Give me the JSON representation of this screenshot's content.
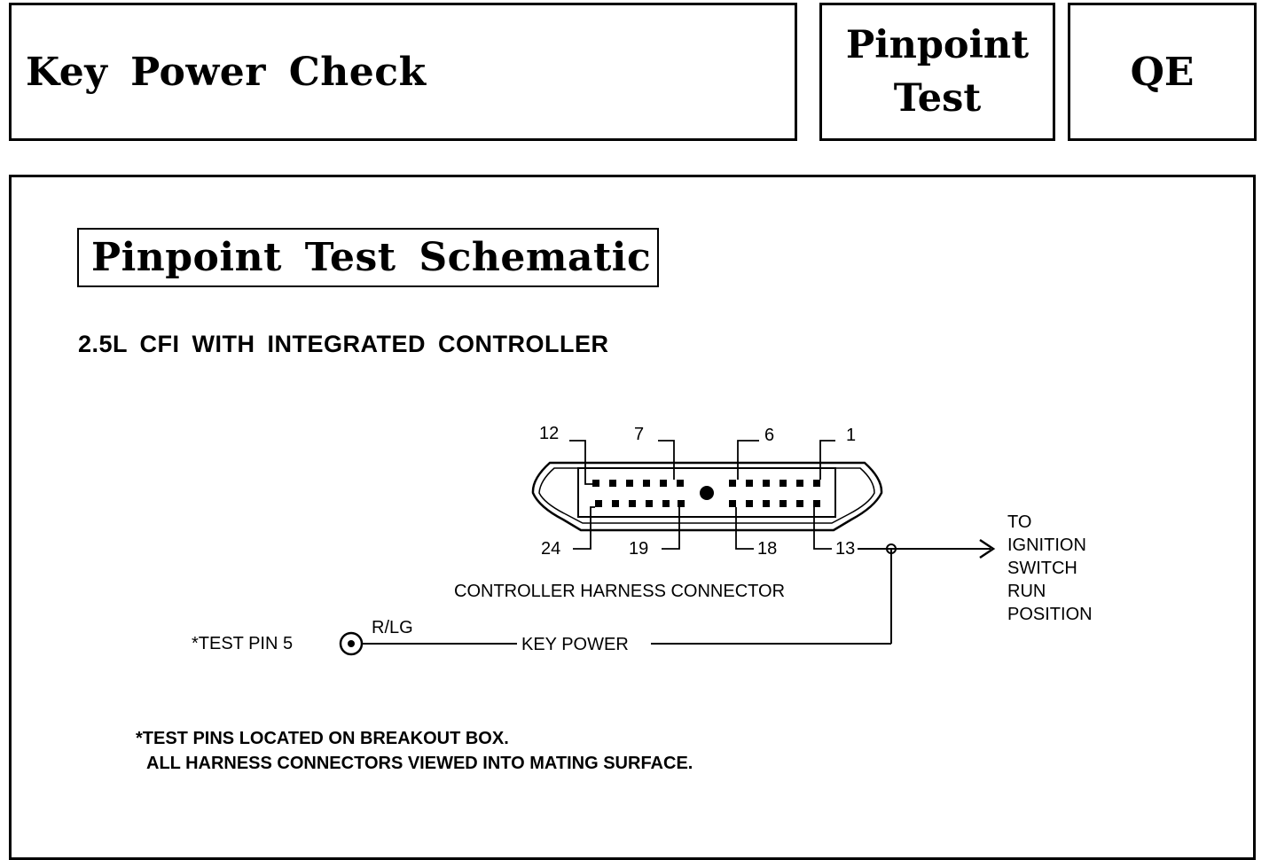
{
  "header": {
    "title": "Key Power Check",
    "test_line1": "Pinpoint",
    "test_line2": "Test",
    "code": "QE"
  },
  "schematic": {
    "title": "Pinpoint Test Schematic",
    "subtitle": "2.5L CFI WITH INTEGRATED CONTROLLER",
    "pins": {
      "p12": "12",
      "p7": "7",
      "p6": "6",
      "p1": "1",
      "p24": "24",
      "p19": "19",
      "p18": "18",
      "p13": "13"
    },
    "connector_label": "CONTROLLER HARNESS CONNECTOR",
    "wire_color": "R/LG",
    "circuit_label": "KEY POWER",
    "test_pin": "*TEST PIN 5",
    "destination": [
      "TO",
      "IGNITION",
      "SWITCH",
      "RUN",
      "POSITION"
    ],
    "notes": [
      "*TEST PINS LOCATED ON BREAKOUT BOX.",
      "ALL HARNESS CONNECTORS VIEWED INTO MATING SURFACE."
    ]
  }
}
